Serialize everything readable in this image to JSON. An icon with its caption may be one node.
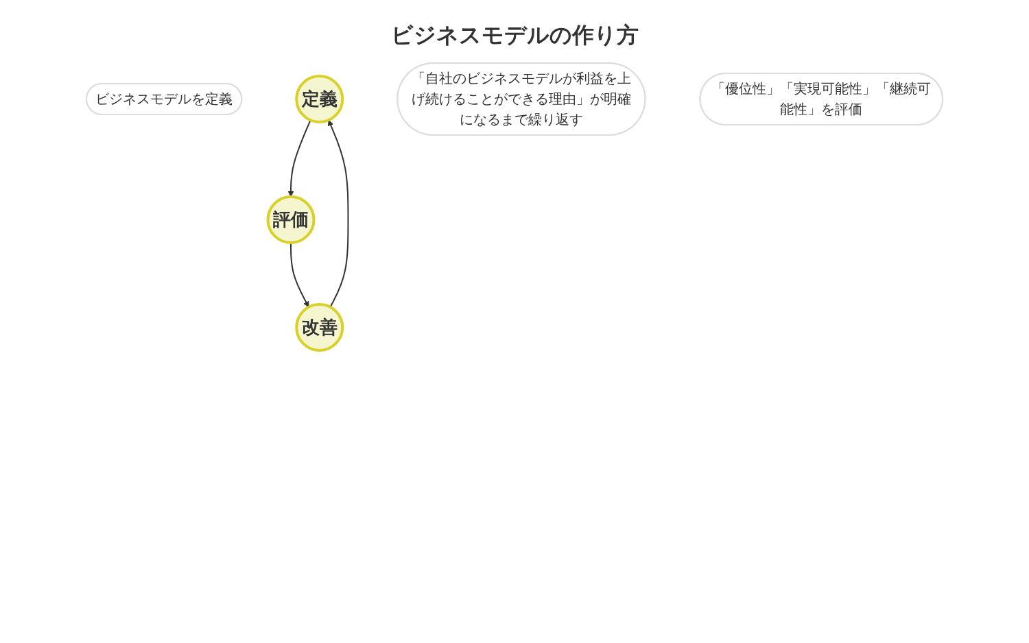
{
  "diagram": {
    "title": "ビジネスモデルの作り方",
    "nodes": [
      {
        "text": [
          "ビジネスモデルを定義"
        ]
      },
      {
        "text": [
          "定義"
        ]
      },
      {
        "text": [
          "「自社のビジネスモデルが利益を上げ続けることができる理由」が明確になるまで繰り返す"
        ]
      },
      {
        "text": [
          "「優位性」「実現可能性」「継続可能性」を評価"
        ]
      },
      {
        "text": [
          "改善"
        ]
      },
      {
        "text": [
          "評価"
        ]
      }
    ],
    "edges": [
      {
        "from": 1,
        "to": 5,
        "arrow": "to"
      },
      {
        "from": 5,
        "to": 4,
        "arrow": "to"
      },
      {
        "from": 4,
        "to": 1,
        "arrow": "to"
      }
    ]
  }
}
